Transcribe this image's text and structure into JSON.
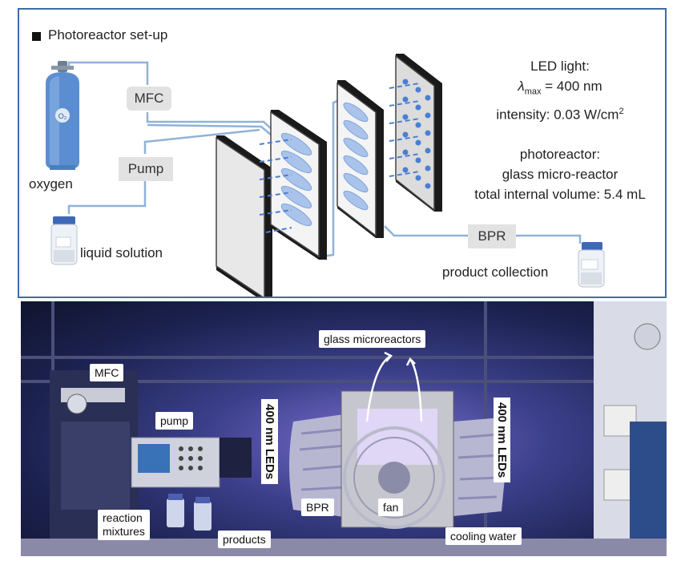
{
  "scheme": {
    "title": "Photoreactor set-up",
    "oxygen_label": "oxygen",
    "cylinder_label": "O₂",
    "mfc_label": "MFC",
    "pump_label": "Pump",
    "liquid_label": "liquid solution",
    "bpr_label": "BPR",
    "product_label": "product collection",
    "led": {
      "heading": "LED light:",
      "lambda_symbol": "λ",
      "lambda_sub": "max",
      "lambda_value": " = 400 nm",
      "intensity": "intensity: 0.03 W/cm",
      "intensity_sup": "2"
    },
    "reactor": {
      "heading": "photoreactor:",
      "type": "glass micro-reactor",
      "volume": "total internal volume: 5.4 mL"
    }
  },
  "photo": {
    "labels": {
      "mfc": "MFC",
      "pump": "pump",
      "leds_left": "400 nm LEDs",
      "leds_right": "400 nm LEDs",
      "glass": "glass microreactors",
      "reaction_1": "reaction",
      "reaction_2": "mixtures",
      "bpr": "BPR",
      "fan": "fan",
      "products": "products",
      "cooling": "cooling water"
    }
  },
  "colors": {
    "frame": "#3d6ea5",
    "tubing": "#8fb2d8",
    "led_blue": "#4a7fd4",
    "channel": "#a9c3ea",
    "photo_glow": "#7a6fd0"
  }
}
